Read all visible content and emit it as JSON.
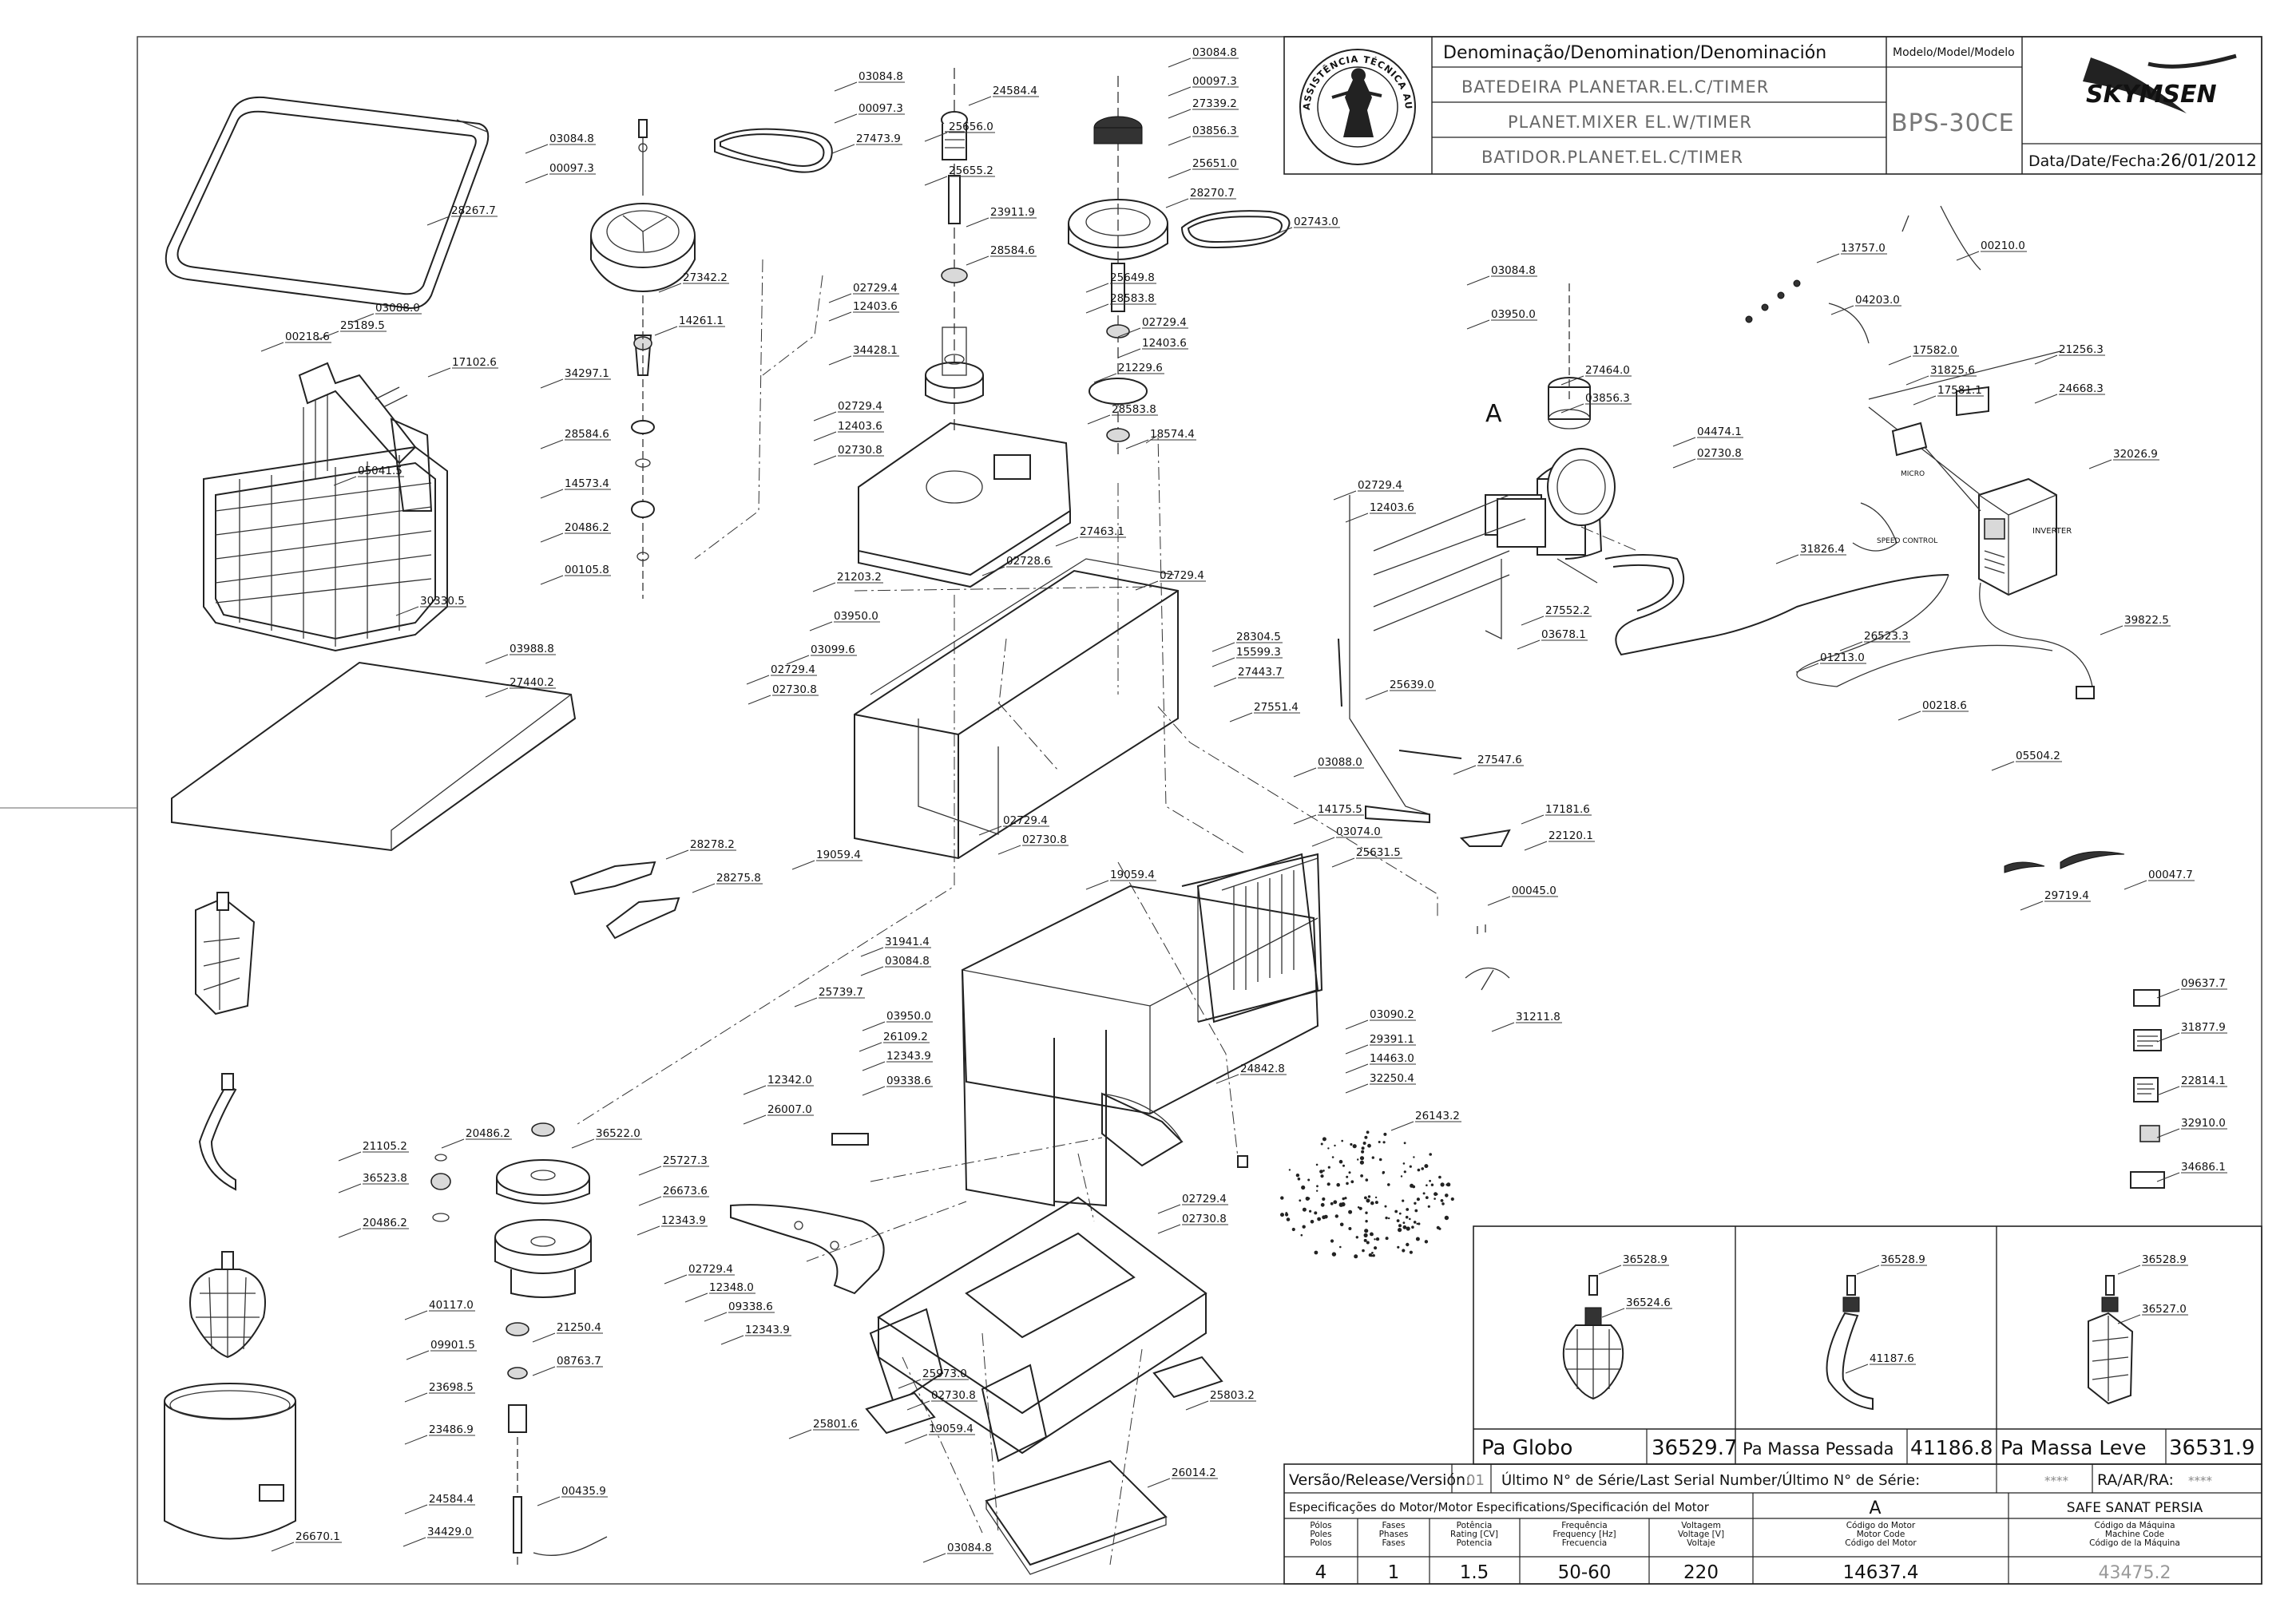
{
  "header": {
    "denomination_label": "Denominação/Denomination/Denominación",
    "name_pt": "BATEDEIRA PLANETAR.EL.C/TIMER",
    "name_en": "PLANET.MIXER EL.W/TIMER",
    "name_es": "BATIDOR.PLANET.EL.C/TIMER",
    "model_label": "Modelo/Model/Modelo",
    "model_value": "BPS-30CE",
    "date_label": "Data/Date/Fecha:",
    "date_value": "26/01/2012",
    "brand": "SKYMSEN",
    "seal_text": "ASSISTÊNCIA TÉCNICA AUTORIZADA"
  },
  "callouts": [
    {
      "code": "28267.7"
    },
    {
      "code": "03084.8"
    },
    {
      "code": "00097.3"
    },
    {
      "code": "27342.2"
    },
    {
      "code": "14261.1"
    },
    {
      "code": "34297.1"
    },
    {
      "code": "28584.6"
    },
    {
      "code": "14573.4"
    },
    {
      "code": "20486.2"
    },
    {
      "code": "00105.8"
    },
    {
      "code": "03088.0"
    },
    {
      "code": "25189.5"
    },
    {
      "code": "00218.6"
    },
    {
      "code": "17102.6"
    },
    {
      "code": "05041.5"
    },
    {
      "code": "30330.5"
    },
    {
      "code": "03988.8"
    },
    {
      "code": "27440.2"
    },
    {
      "code": "03084.8"
    },
    {
      "code": "00097.3"
    },
    {
      "code": "24584.4"
    },
    {
      "code": "27473.9"
    },
    {
      "code": "25656.0"
    },
    {
      "code": "25655.2"
    },
    {
      "code": "23911.9"
    },
    {
      "code": "28584.6"
    },
    {
      "code": "02729.4"
    },
    {
      "code": "12403.6"
    },
    {
      "code": "34428.1"
    },
    {
      "code": "02729.4"
    },
    {
      "code": "12403.6"
    },
    {
      "code": "02730.8"
    },
    {
      "code": "02728.6"
    },
    {
      "code": "27463.1"
    },
    {
      "code": "21203.2"
    },
    {
      "code": "03950.0"
    },
    {
      "code": "03099.6"
    },
    {
      "code": "02729.4"
    },
    {
      "code": "02730.8"
    },
    {
      "code": "02729.4"
    },
    {
      "code": "19059.4"
    },
    {
      "code": "03084.8"
    },
    {
      "code": "00097.3"
    },
    {
      "code": "27339.2"
    },
    {
      "code": "03856.3"
    },
    {
      "code": "25651.0"
    },
    {
      "code": "28270.7"
    },
    {
      "code": "02743.0"
    },
    {
      "code": "25649.8"
    },
    {
      "code": "28583.8"
    },
    {
      "code": "02729.4"
    },
    {
      "code": "12403.6"
    },
    {
      "code": "21229.6"
    },
    {
      "code": "28583.8"
    },
    {
      "code": "18574.4"
    },
    {
      "code": "28304.5"
    },
    {
      "code": "15599.3"
    },
    {
      "code": "27443.7"
    },
    {
      "code": "27551.4"
    },
    {
      "code": "03084.8"
    },
    {
      "code": "03950.0"
    },
    {
      "code": "27464.0"
    },
    {
      "code": "03856.3"
    },
    {
      "code": "04474.1"
    },
    {
      "code": "02730.8"
    },
    {
      "code": "02729.4"
    },
    {
      "code": "12403.6"
    },
    {
      "code": "27552.2"
    },
    {
      "code": "03678.1"
    },
    {
      "code": "25639.0"
    },
    {
      "code": "27547.6"
    },
    {
      "code": "03088.0"
    },
    {
      "code": "14175.5"
    },
    {
      "code": "03074.0"
    },
    {
      "code": "25631.5"
    },
    {
      "code": "17181.6"
    },
    {
      "code": "22120.1"
    },
    {
      "code": "00045.0"
    },
    {
      "code": "31211.8"
    },
    {
      "code": "13757.0"
    },
    {
      "code": "00210.0"
    },
    {
      "code": "04203.0"
    },
    {
      "code": "17582.0"
    },
    {
      "code": "31825.6"
    },
    {
      "code": "17581.1"
    },
    {
      "code": "21256.3"
    },
    {
      "code": "24668.3"
    },
    {
      "code": "32026.9"
    },
    {
      "code": "31826.4"
    },
    {
      "code": "26523.3"
    },
    {
      "code": "01213.0"
    },
    {
      "code": "39822.5"
    },
    {
      "code": "00218.6"
    },
    {
      "code": "05504.2"
    },
    {
      "code": "29719.4"
    },
    {
      "code": "00047.7"
    },
    {
      "code": "28278.2"
    },
    {
      "code": "28275.8"
    },
    {
      "code": "02729.4"
    },
    {
      "code": "02730.8"
    },
    {
      "code": "19059.4"
    },
    {
      "code": "31941.4"
    },
    {
      "code": "03084.8"
    },
    {
      "code": "25739.7"
    },
    {
      "code": "03950.0"
    },
    {
      "code": "26109.2"
    },
    {
      "code": "12343.9"
    },
    {
      "code": "09338.6"
    },
    {
      "code": "03090.2"
    },
    {
      "code": "29391.1"
    },
    {
      "code": "14463.0"
    },
    {
      "code": "32250.4"
    },
    {
      "code": "24842.8"
    },
    {
      "code": "12342.0"
    },
    {
      "code": "26007.0"
    },
    {
      "code": "25727.3"
    },
    {
      "code": "26673.6"
    },
    {
      "code": "12343.9"
    },
    {
      "code": "02729.4"
    },
    {
      "code": "12348.0"
    },
    {
      "code": "09338.6"
    },
    {
      "code": "12343.9"
    },
    {
      "code": "02729.4"
    },
    {
      "code": "02730.8"
    },
    {
      "code": "25973.0"
    },
    {
      "code": "02730.8"
    },
    {
      "code": "19059.4"
    },
    {
      "code": "25801.6"
    },
    {
      "code": "25803.2"
    },
    {
      "code": "26014.2"
    },
    {
      "code": "03084.8"
    },
    {
      "code": "26143.2"
    },
    {
      "code": "21105.2"
    },
    {
      "code": "36523.8"
    },
    {
      "code": "20486.2"
    },
    {
      "code": "20486.2"
    },
    {
      "code": "36522.0"
    },
    {
      "code": "40117.0"
    },
    {
      "code": "21250.4"
    },
    {
      "code": "09901.5"
    },
    {
      "code": "08763.7"
    },
    {
      "code": "23698.5"
    },
    {
      "code": "23486.9"
    },
    {
      "code": "24584.4"
    },
    {
      "code": "00435.9"
    },
    {
      "code": "34429.0"
    },
    {
      "code": "26670.1"
    },
    {
      "code": "09637.7"
    },
    {
      "code": "31877.9"
    },
    {
      "code": "22814.1"
    },
    {
      "code": "32910.0"
    },
    {
      "code": "34686.1"
    },
    {
      "code": "36528.9"
    },
    {
      "code": "36524.6"
    },
    {
      "code": "36528.9"
    },
    {
      "code": "41187.6"
    },
    {
      "code": "36528.9"
    },
    {
      "code": "36527.0"
    }
  ],
  "component_labels": {
    "motor": "A",
    "micro": "MICRO",
    "speed": "SPEED CONTROL",
    "inverter": "INVERTER"
  },
  "accessories": [
    {
      "name": "Pa Globo",
      "code": "36529.7"
    },
    {
      "name": "Pa Massa Pessada",
      "code": "41186.8"
    },
    {
      "name": "Pa Massa Leve",
      "code": "36531.9"
    }
  ],
  "footer": {
    "version_label": "Versão/Release/Versión:",
    "version_value": "01",
    "serial_label": "Último N° de Série/Last Serial Number/Último N° de Série:",
    "serial_value": "****",
    "ra_label": "RA/AR/RA:",
    "ra_value": "****",
    "motor_spec_label": "Especificações do Motor/Motor Especifications/Specificación del Motor",
    "motor_letter": "A",
    "customer": "SAFE SANAT PERSIA",
    "cols": [
      {
        "head": "Pólos\nPoles\nPolos",
        "value": "4"
      },
      {
        "head": "Fases\nPhases\nFases",
        "value": "1"
      },
      {
        "head": "Potência\nRating [CV]\nPotencia",
        "value": "1.5"
      },
      {
        "head": "Frequência\nFrequency [Hz]\nFrecuencia",
        "value": "50-60"
      },
      {
        "head": "Voltagem\nVoltage [V]\nVoltaje",
        "value": "220"
      },
      {
        "head": "Código do Motor\nMotor Code\nCódigo del Motor",
        "value": "14637.4"
      },
      {
        "head": "Código da Máquina\nMachine Code\nCódigo de la Máquina",
        "value": "43475.2"
      }
    ]
  }
}
